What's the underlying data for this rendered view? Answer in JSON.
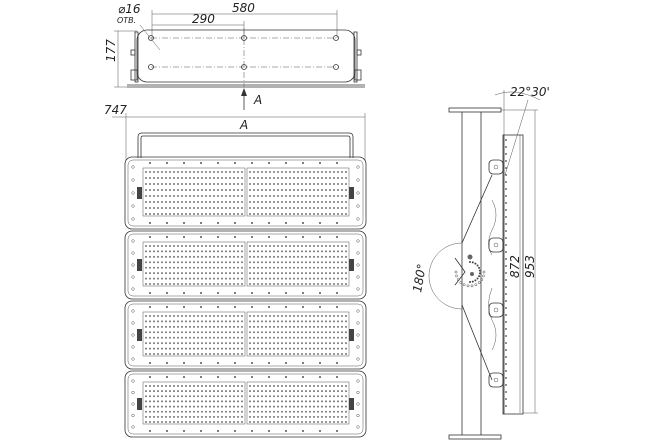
{
  "drawing": {
    "top_view": {
      "hole_label": "⌀16",
      "hole_note": "ОТВ.",
      "dim_width": "580",
      "dim_half": "290",
      "dim_height": "177",
      "view_arrow_label": "A"
    },
    "front_view": {
      "dim_overall": "747",
      "view_label": "A",
      "module_count": 4
    },
    "side_view": {
      "tilt_angle": "22°30'",
      "rotation_angle": "180°",
      "dim_panel": "872",
      "dim_overall": "953"
    }
  }
}
